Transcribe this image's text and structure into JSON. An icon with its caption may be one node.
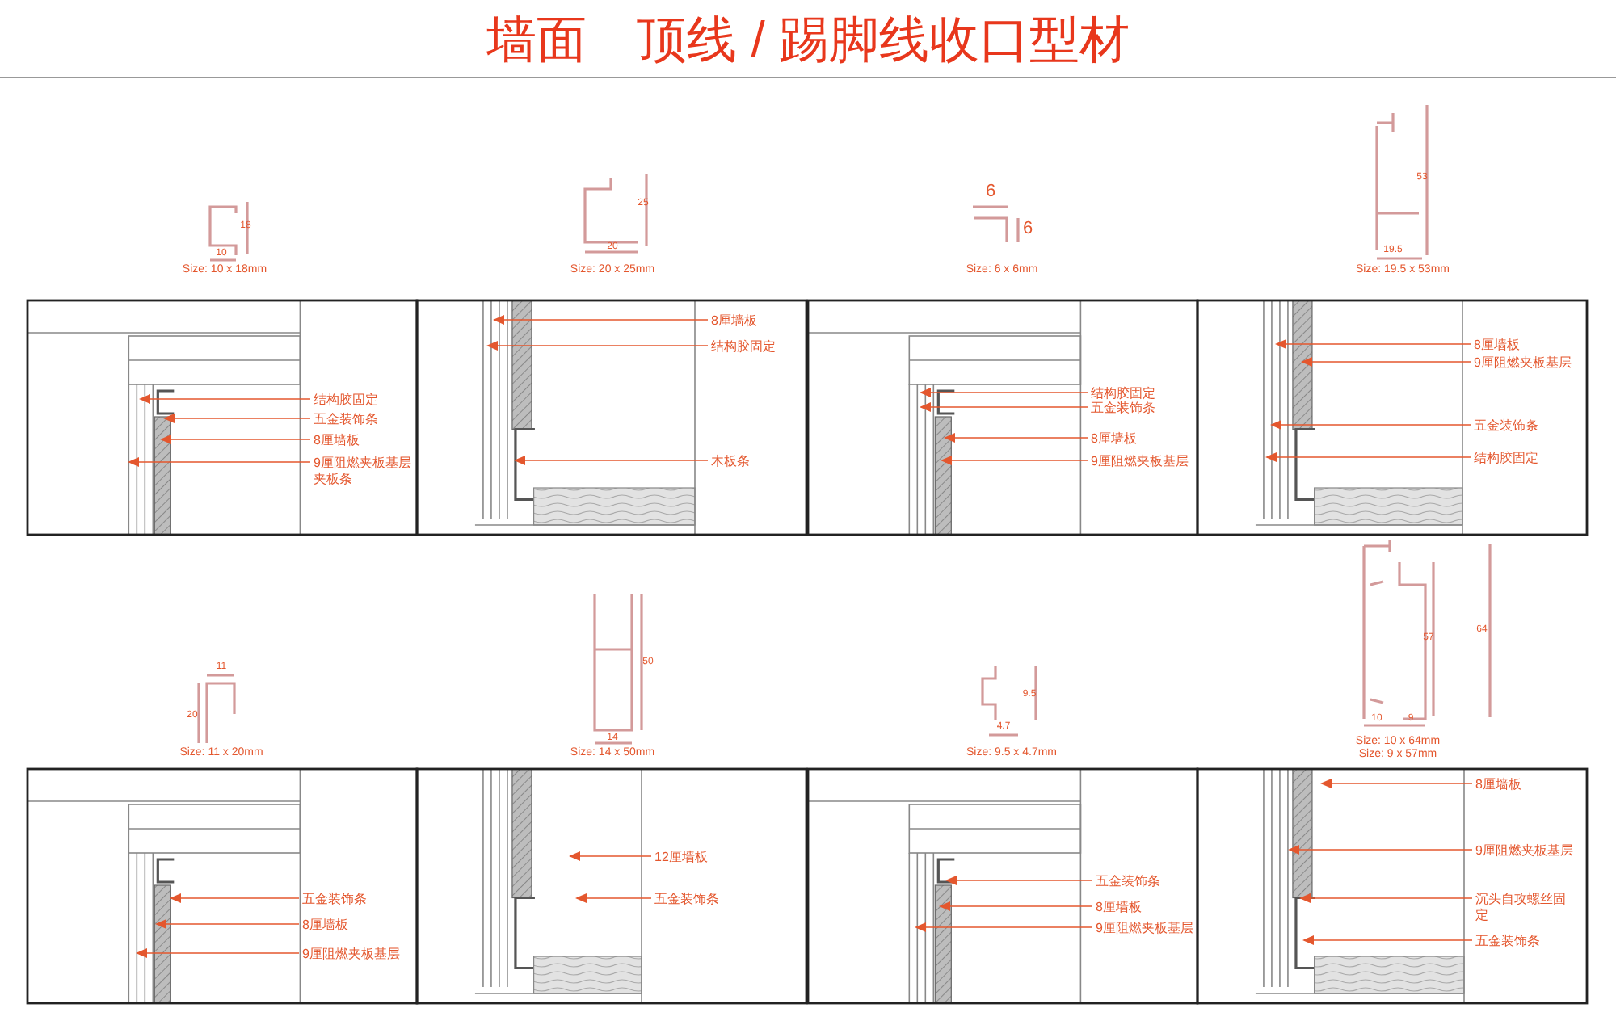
{
  "diagram": {
    "title": "墙面　顶线 / 踢脚线收口型材",
    "nodes": [
      {
        "text": [
          "结构胶固定"
        ]
      },
      {
        "text": [
          "五金装饰条"
        ]
      },
      {
        "text": [
          "8厘墙板"
        ]
      },
      {
        "text": [
          "9厘阻燃夹板基层夹板条"
        ]
      },
      {
        "text": [
          "8厘墙板"
        ]
      },
      {
        "text": [
          "结构胶固定"
        ]
      },
      {
        "text": [
          "木板条"
        ]
      },
      {
        "text": [
          "结构胶固定"
        ]
      },
      {
        "text": [
          "五金装饰条"
        ]
      },
      {
        "text": [
          "8厘墙板"
        ]
      },
      {
        "text": [
          "9厘阻燃夹板基层"
        ]
      },
      {
        "text": [
          "8厘墙板"
        ]
      },
      {
        "text": [
          "9厘阻燃夹板基层"
        ]
      },
      {
        "text": [
          "五金装饰条"
        ]
      },
      {
        "text": [
          "结构胶固定"
        ]
      },
      {
        "text": [
          "五金装饰条"
        ]
      },
      {
        "text": [
          "8厘墙板"
        ]
      },
      {
        "text": [
          "9厘阻燃夹板基层"
        ]
      },
      {
        "text": [
          "12厘墙板"
        ]
      },
      {
        "text": [
          "五金装饰条"
        ]
      },
      {
        "text": [
          "五金装饰条"
        ]
      },
      {
        "text": [
          "8厘墙板"
        ]
      },
      {
        "text": [
          "9厘阻燃夹板基层"
        ]
      },
      {
        "text": [
          "8厘墙板"
        ]
      },
      {
        "text": [
          "9厘阻燃夹板基层"
        ]
      },
      {
        "text": [
          "沉头自攻螺丝固定"
        ]
      },
      {
        "text": [
          "五金装饰条"
        ]
      }
    ],
    "edges": [
      {
        "from": 0,
        "to": null,
        "arrow": "to"
      },
      {
        "from": 1,
        "to": null,
        "arrow": "to"
      },
      {
        "from": 2,
        "to": null,
        "arrow": "to"
      },
      {
        "from": 3,
        "to": null,
        "arrow": "to"
      },
      {
        "from": 4,
        "to": null,
        "arrow": "to"
      },
      {
        "from": 5,
        "to": null,
        "arrow": "to"
      },
      {
        "from": 6,
        "to": null,
        "arrow": "to"
      },
      {
        "from": 7,
        "to": null,
        "arrow": "to"
      },
      {
        "from": 8,
        "to": null,
        "arrow": "to"
      },
      {
        "from": 9,
        "to": null,
        "arrow": "to"
      },
      {
        "from": 10,
        "to": null,
        "arrow": "to"
      },
      {
        "from": 11,
        "to": null,
        "arrow": "to"
      },
      {
        "from": 12,
        "to": null,
        "arrow": "to"
      },
      {
        "from": 13,
        "to": null,
        "arrow": "to"
      },
      {
        "from": 14,
        "to": null,
        "arrow": "to"
      },
      {
        "from": 15,
        "to": null,
        "arrow": "to"
      },
      {
        "from": 16,
        "to": null,
        "arrow": "to"
      },
      {
        "from": 17,
        "to": null,
        "arrow": "to"
      },
      {
        "from": 18,
        "to": null,
        "arrow": "to"
      },
      {
        "from": 19,
        "to": null,
        "arrow": "to"
      },
      {
        "from": 20,
        "to": null,
        "arrow": "to"
      },
      {
        "from": 21,
        "to": null,
        "arrow": "to"
      },
      {
        "from": 22,
        "to": null,
        "arrow": "to"
      },
      {
        "from": 23,
        "to": null,
        "arrow": "to"
      },
      {
        "from": 24,
        "to": null,
        "arrow": "to"
      },
      {
        "from": 25,
        "to": null,
        "arrow": "to"
      },
      {
        "from": 26,
        "to": null,
        "arrow": "to"
      }
    ],
    "labels": [
      "18",
      "10",
      "Size: 10 x 18mm",
      "25",
      "20",
      "Size: 20 x 25mm",
      "6",
      "6",
      "Size: 6 x 6mm",
      "53",
      "19.5",
      "Size: 19.5 x 53mm",
      "11",
      "20",
      "Size: 11 x 20mm",
      "50",
      "14",
      "Size: 14 x 50mm",
      "9.5",
      "4.7",
      "Size: 9.5 x 4.7mm",
      "64",
      "57",
      "10",
      "9",
      "Size: 10 x 64mm",
      "Size: 9 x 57mm"
    ]
  }
}
